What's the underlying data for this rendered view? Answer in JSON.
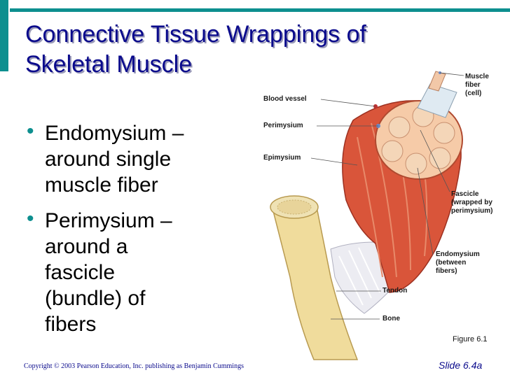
{
  "slide": {
    "title_lines": [
      "Connective Tissue Wrappings of",
      "Skeletal Muscle"
    ],
    "bullets": [
      {
        "lines": [
          "Endomysium –",
          "around single",
          "muscle fiber"
        ]
      },
      {
        "lines": [
          "Perimysium –",
          "around a",
          "fascicle",
          "(bundle) of",
          "fibers"
        ]
      }
    ],
    "figure_labels": {
      "muscle_fiber": [
        "Muscle",
        "fiber",
        "(cell)"
      ],
      "blood_vessel": "Blood vessel",
      "perimysium": "Perimysium",
      "epimysium": "Epimysium",
      "fascicle": [
        "Fascicle",
        "(wrapped by",
        "perimysium)"
      ],
      "endomysium": [
        "Endomysium",
        "(between",
        "fibers)"
      ],
      "tendon": "Tendon",
      "bone": "Bone"
    },
    "figure_caption": "Figure 6.1",
    "copyright": "Copyright © 2003 Pearson Education, Inc. publishing as Benjamin Cummings",
    "slide_number": "Slide 6.4a"
  },
  "colors": {
    "accent_teal": "#0d8f8f",
    "title_navy": "#0a0a8c",
    "muscle_red": "#d9553a",
    "bone_cream": "#f0dc9c"
  }
}
